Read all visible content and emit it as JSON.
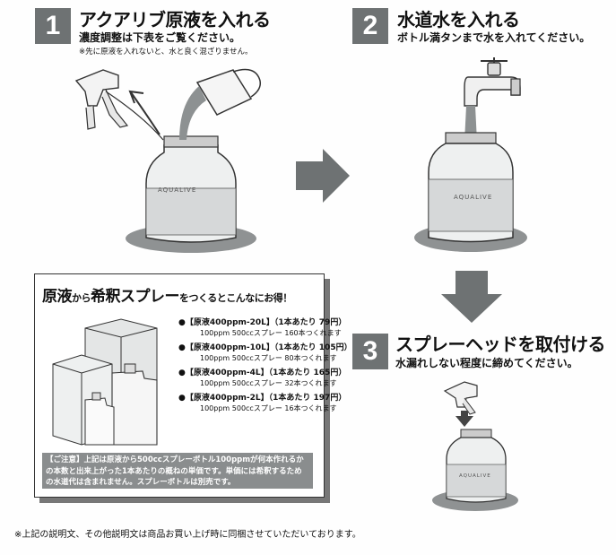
{
  "step1": {
    "number": "1",
    "title": "アクアリブ原液を入れる",
    "subtitle": "濃度調整は下表をご覧ください。",
    "note": "※先に原液を入れないと、水と良く混ざりません。",
    "bottle_label": "AQUALIVE"
  },
  "step2": {
    "number": "2",
    "title": "水道水を入れる",
    "subtitle": "ボトル満タンまで水を入れてください。",
    "bottle_label": "AQUALIVE"
  },
  "step3": {
    "number": "3",
    "title": "スプレーヘッドを取付ける",
    "subtitle": "水漏れしない程度に締めてください。",
    "bottle_label": "AQUALIVE"
  },
  "promo": {
    "title_part1": "原液",
    "title_part2": "から",
    "title_part3": "希釈スプレー",
    "title_part4": "をつくるとこんなにお得！",
    "items": [
      {
        "title": "●【原液400ppm-20L】（1本あたり 79円）",
        "detail": "100ppm 500ccスプレー 160本つくれます"
      },
      {
        "title": "●【原液400ppm-10L】（1本あたり 105円）",
        "detail": "100ppm 500ccスプレー 80本つくれます"
      },
      {
        "title": "●【原液400ppm-4L】（1本あたり 165円）",
        "detail": "100ppm 500ccスプレー 32本つくれます"
      },
      {
        "title": "●【原液400ppm-2L】（1本あたり 197円）",
        "detail": "100ppm 500ccスプレー 16本つくれます"
      }
    ],
    "caution": "【ご注意】上記は原液から500ccスプレーボトル100ppmが何本作れるかの本数と出来上がった1本あたりの概ねの単価です。単価には希釈するための水道代は含まれません。スプレーボトルは別売です。"
  },
  "footer": "※上記の説明文、その他説明文は商品お買い上げ時に同梱させていただいております。"
}
